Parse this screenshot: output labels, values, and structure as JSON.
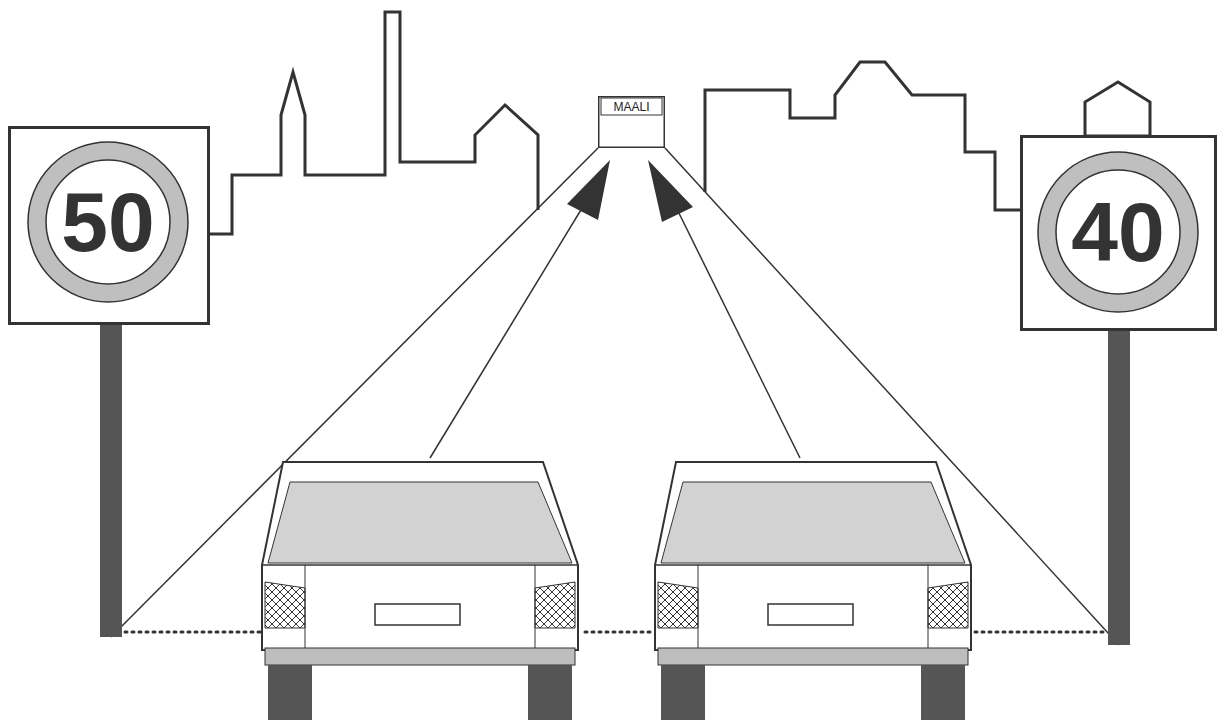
{
  "diagram": {
    "nodes": [
      {
        "text": [
          "50"
        ]
      },
      {
        "text": [
          "MAALI"
        ]
      },
      {
        "text": [
          "40"
        ]
      }
    ],
    "edges": [
      {
        "from": 0,
        "to": 1,
        "arrow": "none"
      },
      {
        "from": 2,
        "to": 1,
        "arrow": "none"
      }
    ]
  }
}
